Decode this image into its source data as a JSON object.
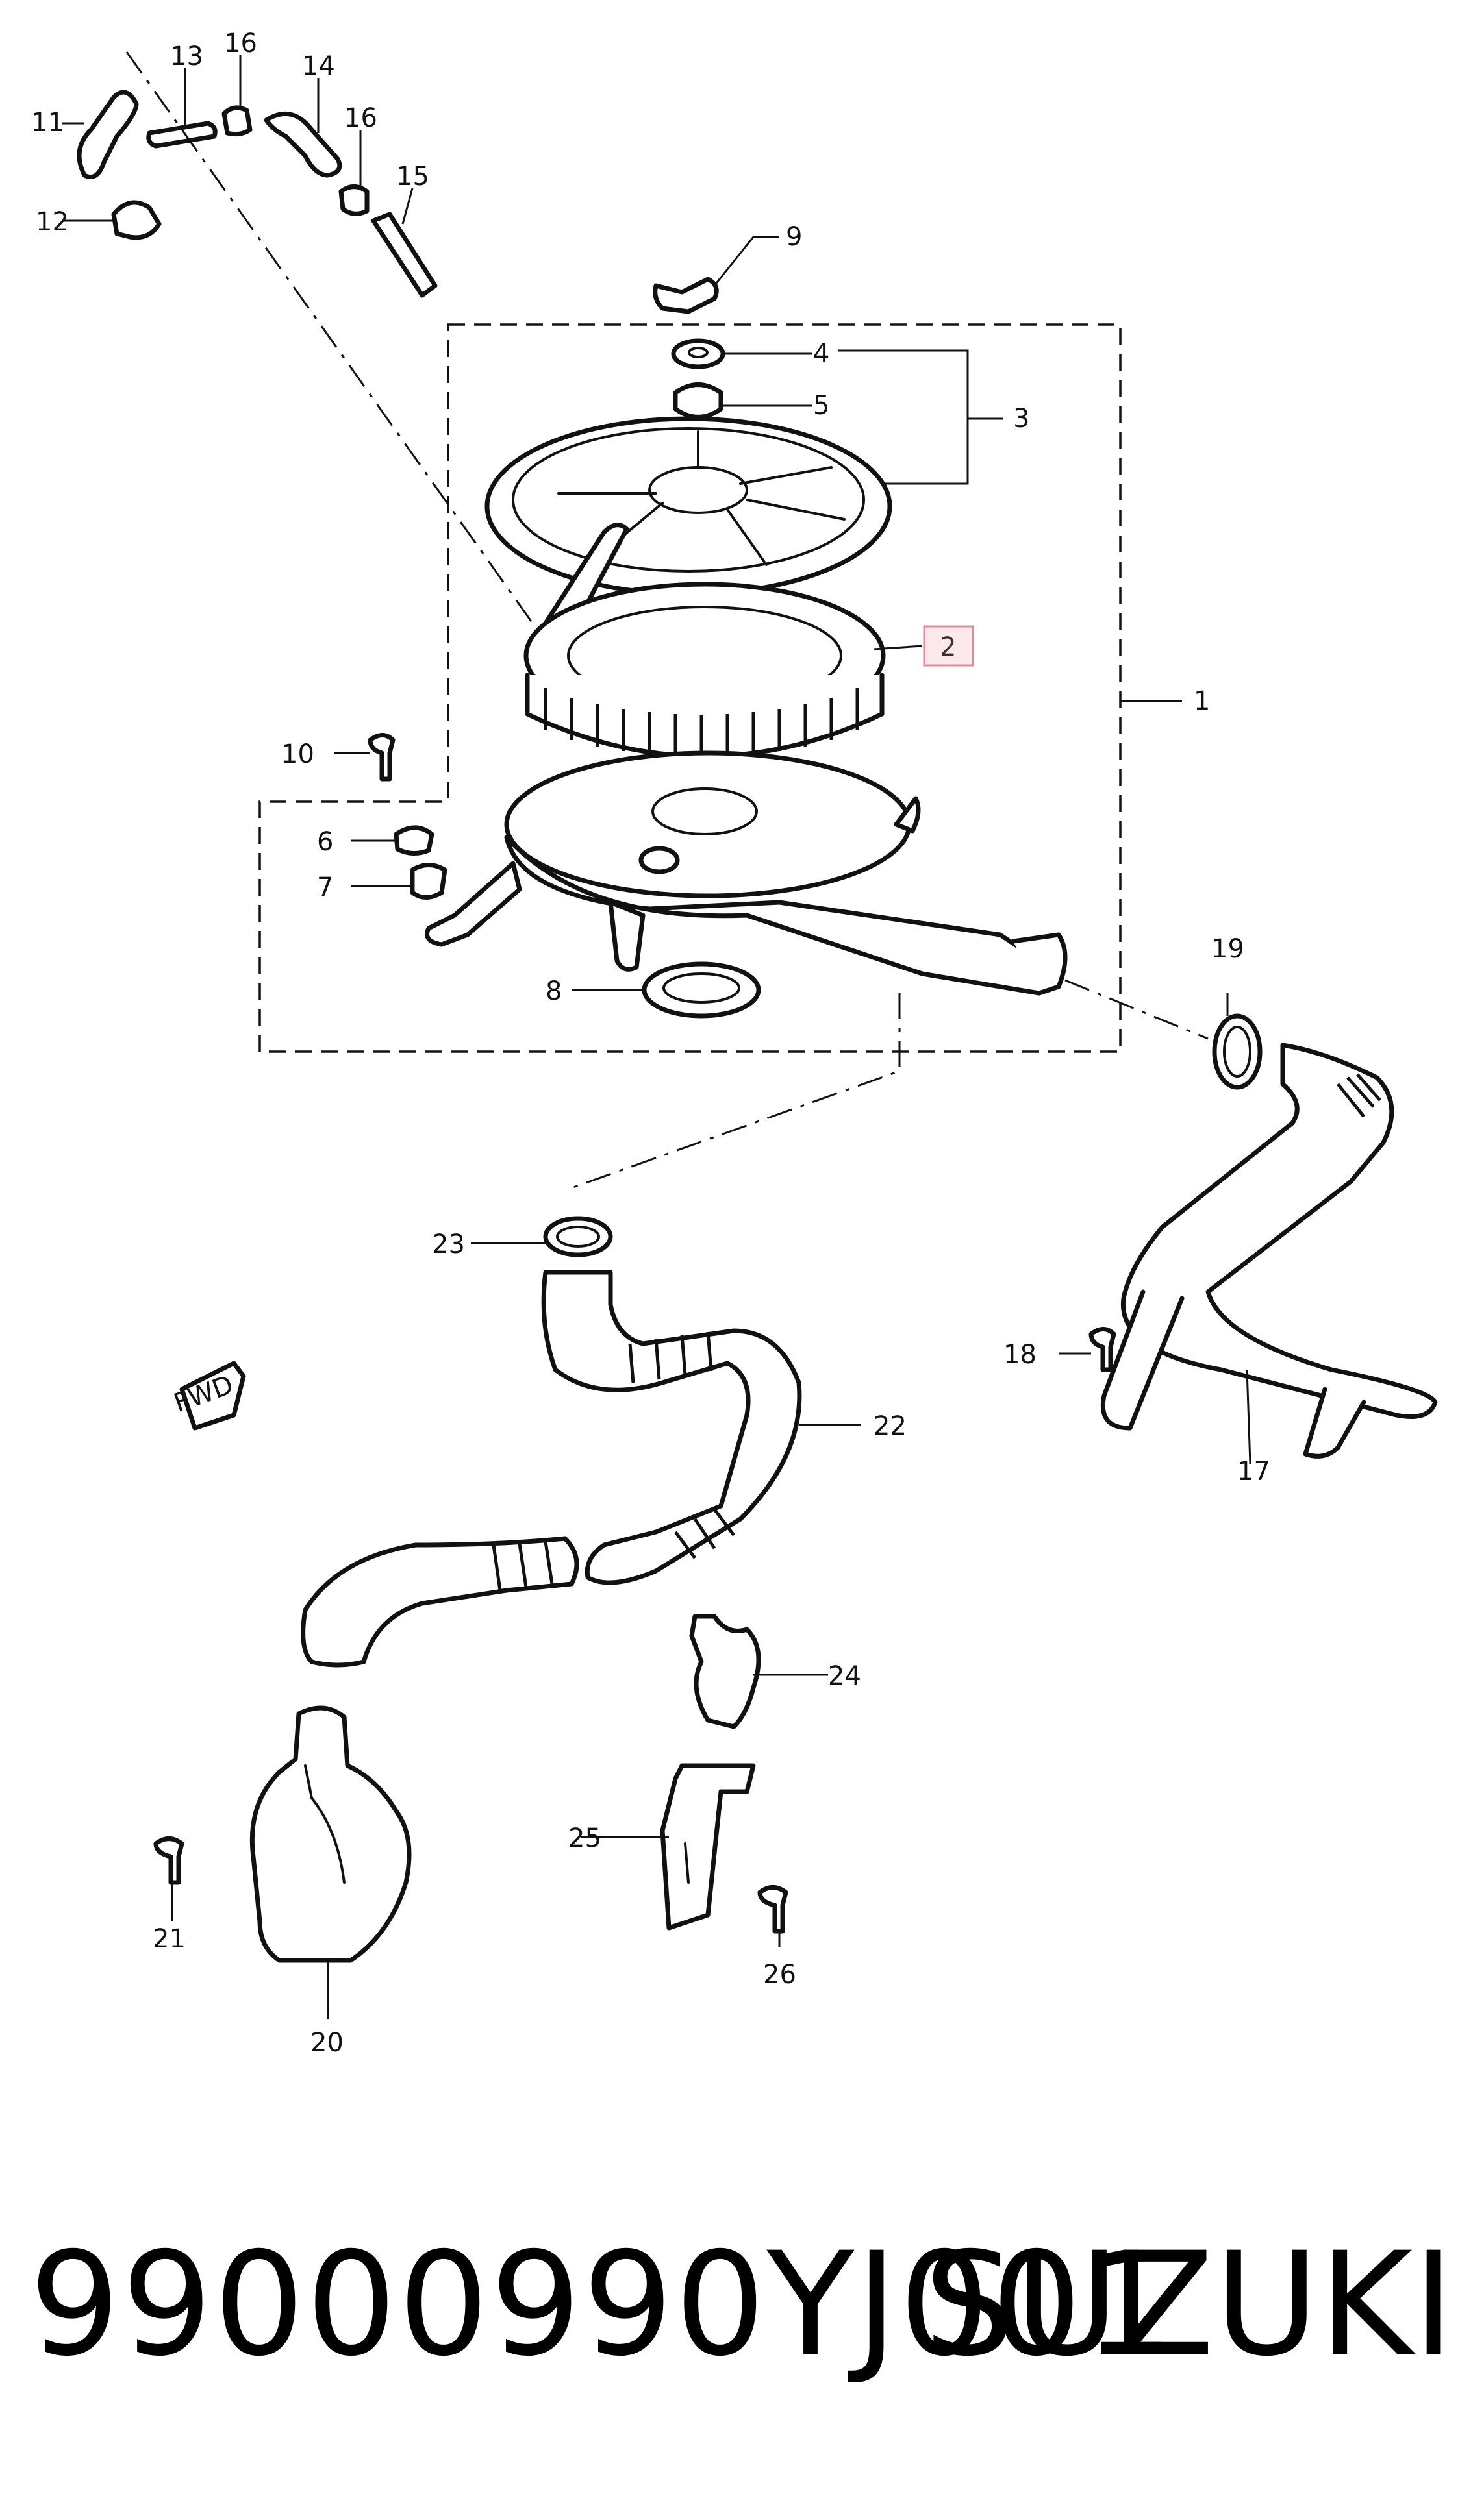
{
  "footer": {
    "part_number": "99000990YJ001",
    "brand": "SUZUKI"
  },
  "diagram": {
    "fwd_label": "FWD",
    "callouts": {
      "c1": "1",
      "c2": "2",
      "c3": "3",
      "c4": "4",
      "c5": "5",
      "c6": "6",
      "c7": "7",
      "c8": "8",
      "c9": "9",
      "c10": "10",
      "c11": "11",
      "c12": "12",
      "c13": "13",
      "c14": "14",
      "c15": "15",
      "c16a": "16",
      "c16b": "16",
      "c17": "17",
      "c18": "18",
      "c19": "19",
      "c20": "20",
      "c21": "21",
      "c22": "22",
      "c23": "23",
      "c24": "24",
      "c25": "25",
      "c26": "26"
    },
    "highlighted_callout": "c2",
    "highlight_color": "#e08a99"
  }
}
